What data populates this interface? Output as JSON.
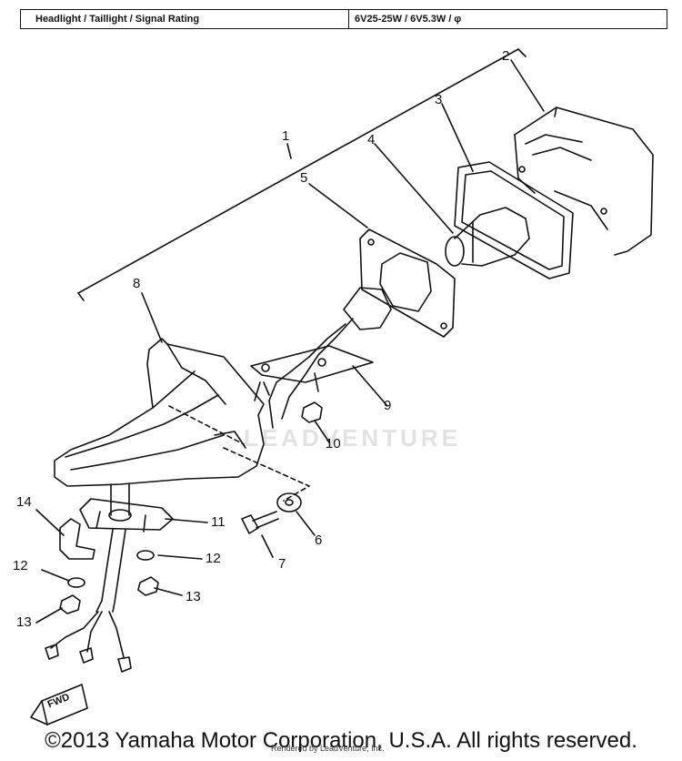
{
  "rating_table": {
    "label": "Headlight / Taillight / Signal Rating",
    "value": "6V25-25W / 6V5.3W / φ"
  },
  "parts": [
    {
      "id": "part-1",
      "number": "1"
    },
    {
      "id": "part-2",
      "number": "2"
    },
    {
      "id": "part-3",
      "number": "3"
    },
    {
      "id": "part-4",
      "number": "4"
    },
    {
      "id": "part-5",
      "number": "5"
    },
    {
      "id": "part-6",
      "number": "6"
    },
    {
      "id": "part-7",
      "number": "7"
    },
    {
      "id": "part-8",
      "number": "8"
    },
    {
      "id": "part-9",
      "number": "9"
    },
    {
      "id": "part-10",
      "number": "10"
    },
    {
      "id": "part-11",
      "number": "11"
    },
    {
      "id": "part-12a",
      "number": "12"
    },
    {
      "id": "part-12b",
      "number": "12"
    },
    {
      "id": "part-13a",
      "number": "13"
    },
    {
      "id": "part-13b",
      "number": "13"
    },
    {
      "id": "part-14",
      "number": "14"
    }
  ],
  "direction_arrow": "FWD",
  "watermark": "LEADVENTURE",
  "render_credit": "Rendered by LeadVenture, Inc.",
  "footer": "©2013 Yamaha Motor Corporation, U.S.A. All rights reserved."
}
